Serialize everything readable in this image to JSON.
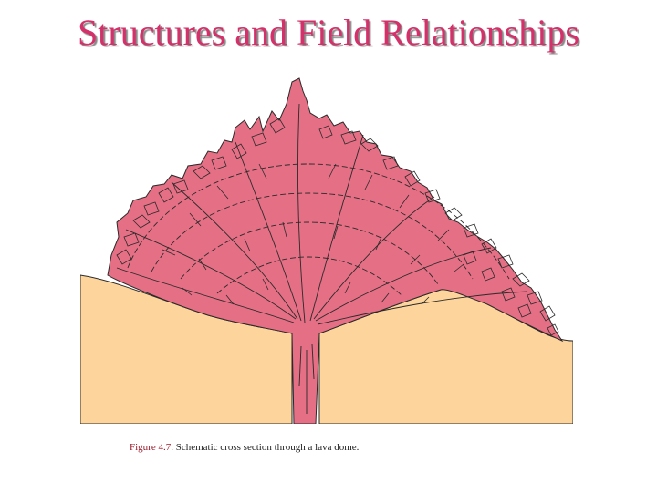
{
  "slide": {
    "title": "Structures and Field Relationships"
  },
  "figure": {
    "caption_label": "Figure 4.7.",
    "caption_text": " Schematic cross section through a lava dome.",
    "colors": {
      "lava": "#e56f84",
      "ground": "#fdd49c",
      "line": "#2a2a2a"
    }
  }
}
